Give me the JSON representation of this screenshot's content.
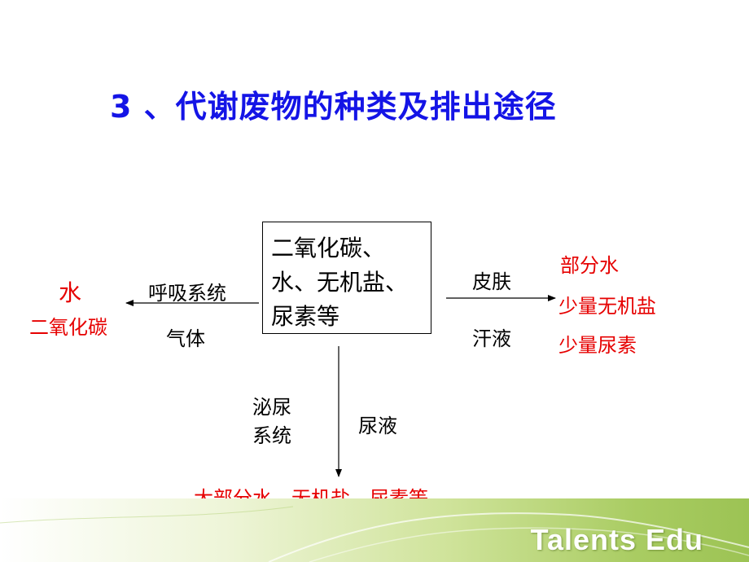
{
  "title": "3 、代谢废物的种类及排出途径",
  "center_box": {
    "line1": "二氧化碳、",
    "line2": "水、无机盐、",
    "line3": "尿素等"
  },
  "left_branch": {
    "label_top": "呼吸系统",
    "label_bottom": "气体",
    "products": [
      "水",
      "二氧化碳"
    ]
  },
  "right_branch": {
    "label_top": "皮肤",
    "label_bottom": "汗液",
    "products": [
      "部分水",
      "少量无机盐",
      "少量尿素"
    ]
  },
  "bottom_branch": {
    "label_left_line1": "泌尿",
    "label_left_line2": "系统",
    "label_right": "尿液",
    "product": "大部分水、无机盐、尿素等"
  },
  "footer": {
    "brand": "Talents Edu"
  },
  "colors": {
    "title": "#1414e6",
    "product": "#e60000",
    "text": "#000000",
    "footer_green": "#9cc354"
  }
}
